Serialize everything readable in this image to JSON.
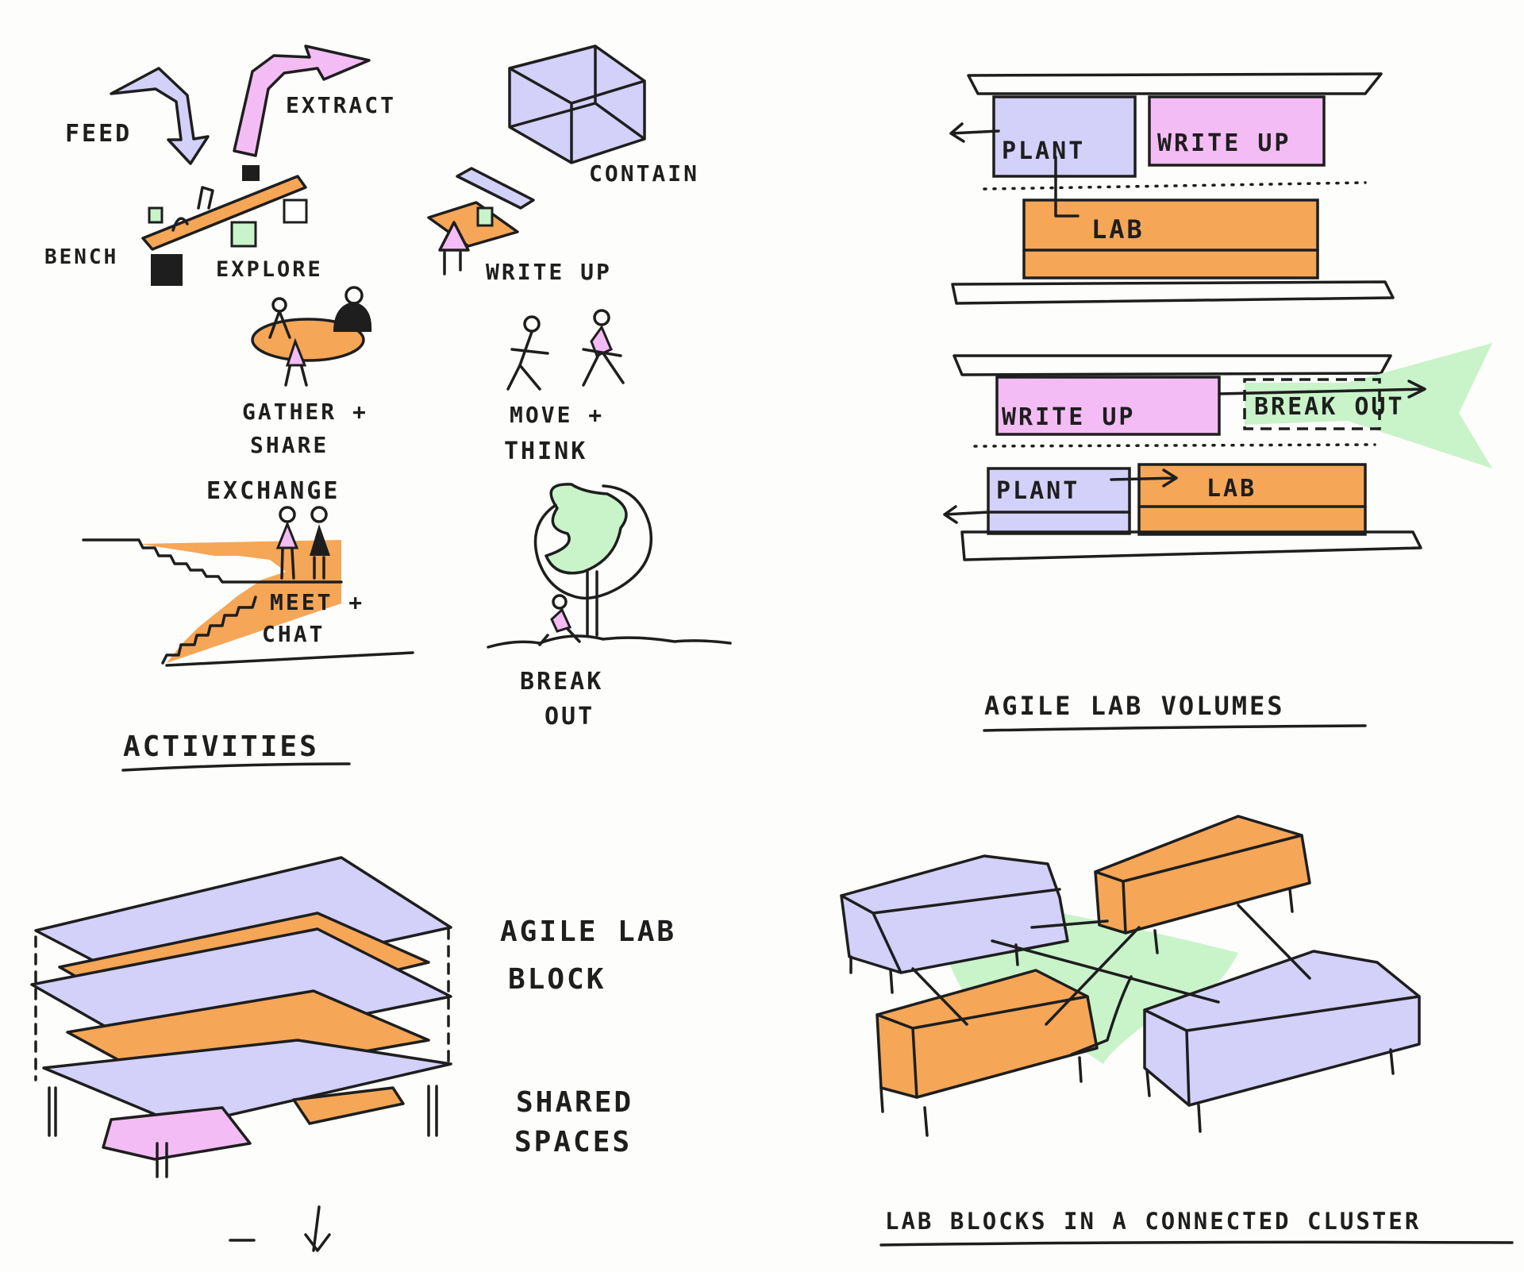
{
  "colors": {
    "orange": "#f5a657",
    "lilac": "#d3d0fa",
    "pink": "#f4bcf4",
    "green": "#c9f3c9",
    "ink": "#1e1e1e"
  },
  "activities": {
    "feed": "FEED",
    "extract": "EXTRACT",
    "contain": "CONTAIN",
    "bench": "BENCH",
    "explore": "EXPLORE",
    "write_up": "WRITE UP",
    "gather_1": "GATHER +",
    "gather_2": "SHARE",
    "move_1": "MOVE +",
    "move_2": "THINK",
    "exchange": "EXCHANGE",
    "meet_1": "MEET +",
    "meet_2": "CHAT",
    "breakout_1": "BREAK",
    "breakout_2": "OUT",
    "title": "ACTIVITIES"
  },
  "volumes": {
    "top": {
      "plant": "PLANT",
      "write_up": "WRITE UP",
      "lab": "LAB"
    },
    "bottom": {
      "write_up": "WRITE UP",
      "break_out": "BREAK OUT",
      "plant": "PLANT",
      "lab": "LAB"
    },
    "title": "AGILE LAB VOLUMES"
  },
  "block": {
    "title_1": "AGILE LAB",
    "title_2": "BLOCK",
    "shared_1": "SHARED",
    "shared_2": "SPACES"
  },
  "cluster": {
    "title": "LAB BLOCKS IN A CONNECTED CLUSTER"
  }
}
